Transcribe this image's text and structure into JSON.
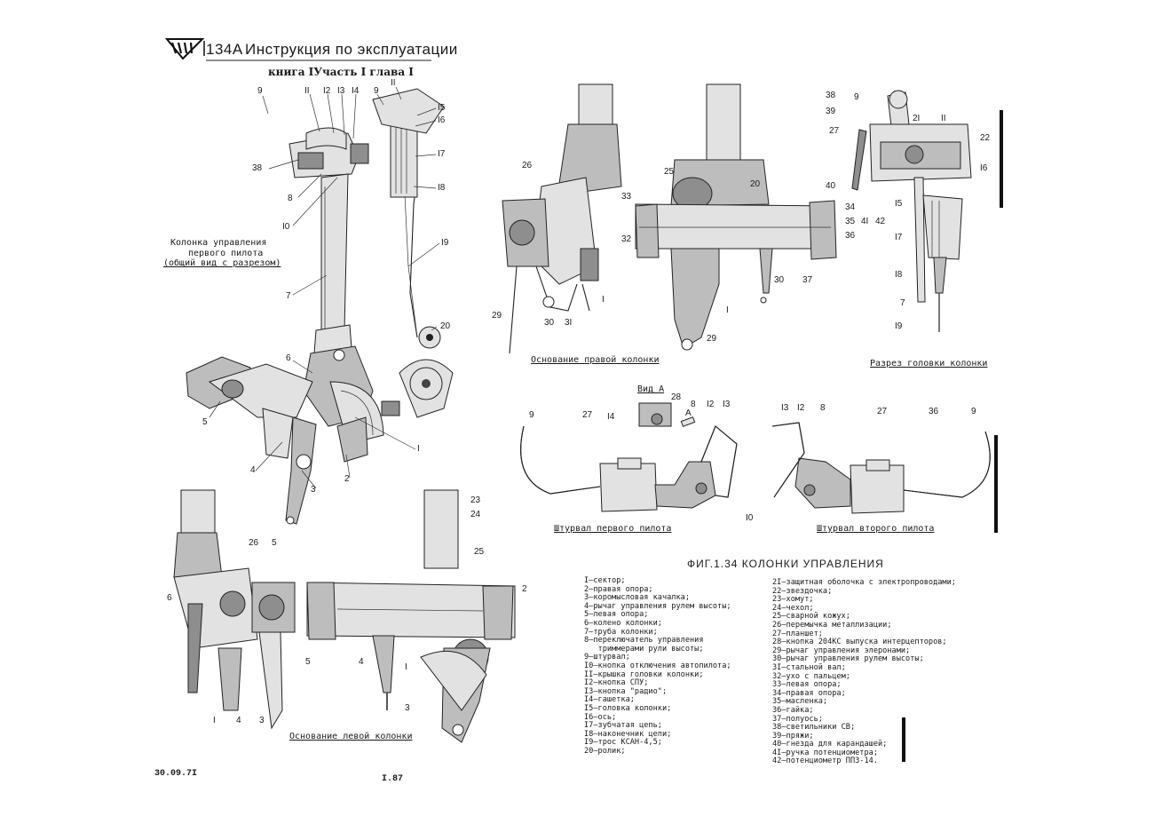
{
  "header": {
    "doc_code": "134А",
    "title": "Инструкция по эксплуатации",
    "subtitle": "книга IУчасть I глава I"
  },
  "captions": {
    "first_pilot_column_line1": "Колонка управления",
    "first_pilot_column_line2": "первого пилота",
    "first_pilot_column_line3": "(общий вид с разрезом)",
    "right_base": "Основание правой колонки",
    "head_section": "Разрез головки колонки",
    "view_a": "Вид А",
    "wheel_first": "Штурвал первого пилота",
    "wheel_second": "Штурвал второго пилота",
    "left_base": "Основание левой колонки"
  },
  "figure_title": "ФИГ.1.34 КОЛОНКИ УПРАВЛЕНИЯ",
  "legend_left": [
    "I—сектор;",
    "2—правая опора;",
    "3—коромысловая качалка;",
    "4—рычаг управления рулем высоты;",
    "5—левая опора;",
    "6—колено колонки;",
    "7—труба колонки;",
    "8—переключатель управления",
    "   триммерами рули высоты;",
    "9—штурвал;",
    "I0—кнопка отключения автопилота;",
    "II—крышка головки колонки;",
    "I2—кнопка СПУ;",
    "I3—кнопка \"радио\";",
    "I4—гашетка;",
    "I5—головка колонки;",
    "I6—ось;",
    "I7—зубчатая цепь;",
    "I8—наконечник цепи;",
    "I9—трос КСАН-4,5;",
    "20—ролик;"
  ],
  "legend_right": [
    "2I—защитная оболочка с электропроводами;",
    "22—звездочка;",
    "23—хомут;",
    "24—чехол;",
    "25—сварной кожух;",
    "26—перемычка металлизации;",
    "27—планшет;",
    "28—кнопка 204КС выпуска интерцепторов;",
    "29—рычаг управления элеронами;",
    "30—рычаг управления рулем высоты;",
    "3I—стальной вал;",
    "32—ухо с пальцем;",
    "33—левая опора;",
    "34—правая опора;",
    "35—масленка;",
    "36—гайка;",
    "37—полуось;",
    "38—светильники СВ;",
    "39—пряжи;",
    "40—гнезда для карандашей;",
    "4I—ручка потенциометра;",
    "42—потенциометр ППЗ-14."
  ],
  "callouts": {
    "main": [
      "9",
      "II",
      "I2",
      "I3",
      "I4",
      "9",
      "II",
      "I5",
      "I6",
      "I7",
      "I8",
      "38",
      "8",
      "I0",
      "I9",
      "7",
      "20",
      "6",
      "5",
      "4",
      "I",
      "3",
      "2"
    ],
    "right_base": [
      "26",
      "25",
      "20",
      "33",
      "34",
      "35",
      "36",
      "32",
      "29",
      "30",
      "3I",
      "I",
      "I",
      "30",
      "37",
      "29"
    ],
    "head": [
      "38",
      "9",
      "39",
      "27",
      "2I",
      "II",
      "22",
      "I6",
      "40",
      "4I",
      "42",
      "I5",
      "I7",
      "I8",
      "7",
      "I9"
    ],
    "view_a": [
      "28",
      "I4",
      "A"
    ],
    "wheels": [
      "9",
      "27",
      "8",
      "I2",
      "I3",
      "I0",
      "I3",
      "I2",
      "8",
      "27",
      "36",
      "9"
    ],
    "left_base": [
      "6",
      "26",
      "5",
      "I",
      "4",
      "3",
      "23",
      "24",
      "25",
      "2",
      "5",
      "4",
      "I",
      "3"
    ]
  },
  "footer": {
    "date": "30.09.7I",
    "page": "I.87"
  }
}
